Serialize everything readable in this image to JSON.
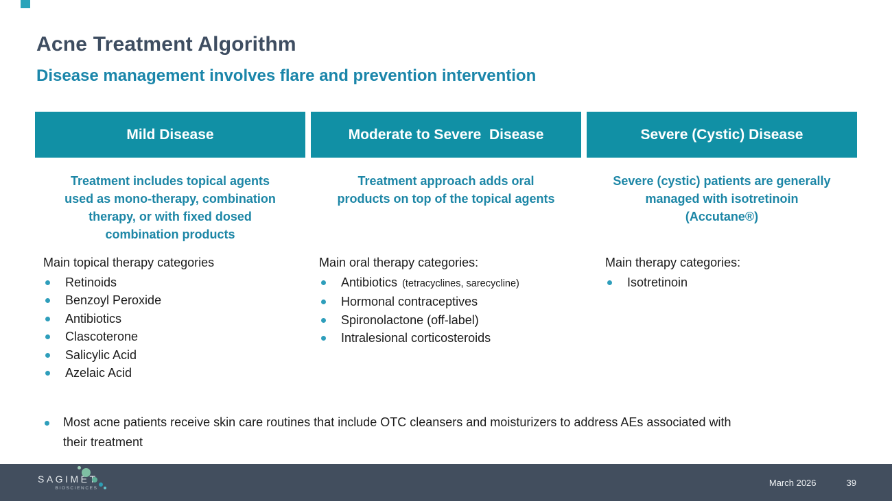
{
  "slide": {
    "title": "Acne Treatment Algorithm",
    "subtitle": "Disease management involves flare and prevention intervention"
  },
  "colors": {
    "header_bar_teal": "#1190A5",
    "teal_text": "#1C86A6",
    "title_slate": "#3E4D61",
    "bullet_teal": "#2E9EBB",
    "footer_bg": "#424E5E"
  },
  "columns": [
    {
      "header": "Mild Disease",
      "desc_lines": [
        "Treatment includes topical agents",
        "used as mono-therapy, combination",
        "therapy, or with fixed dosed",
        "combination products"
      ],
      "list_title": "Main topical therapy categories",
      "items": [
        {
          "text": "Retinoids"
        },
        {
          "text": "Benzoyl Peroxide"
        },
        {
          "text": "Antibiotics"
        },
        {
          "text": "Clascoterone"
        },
        {
          "text": "Salicylic Acid"
        },
        {
          "text": "Azelaic Acid"
        }
      ]
    },
    {
      "header": "Moderate to Severe  Disease",
      "desc_lines": [
        "Treatment approach adds oral",
        "products on top of the topical agents"
      ],
      "list_title": "Main oral therapy categories:",
      "items": [
        {
          "text": "Antibiotics",
          "note": "(tetracyclines, sarecycline)"
        },
        {
          "text": "Hormonal contraceptives"
        },
        {
          "text": "Spironolactone (off-label)"
        },
        {
          "text": "Intralesional corticosteroids"
        }
      ]
    },
    {
      "header": "Severe (Cystic) Disease",
      "desc_lines": [
        "Severe (cystic) patients are generally",
        "managed with isotretinoin",
        "(Accutane®)"
      ],
      "list_title": "Main therapy categories:",
      "items": [
        {
          "text": "Isotretinoin"
        }
      ]
    }
  ],
  "footnote": {
    "lines": [
      "Most acne patients receive skin care routines that include OTC cleansers and moisturizers to address AEs associated with",
      "their treatment"
    ]
  },
  "footer": {
    "logo_name": "SAGIMET",
    "logo_sub": "BIOSCIENCES",
    "date": "March 2026",
    "page_number": "39"
  }
}
